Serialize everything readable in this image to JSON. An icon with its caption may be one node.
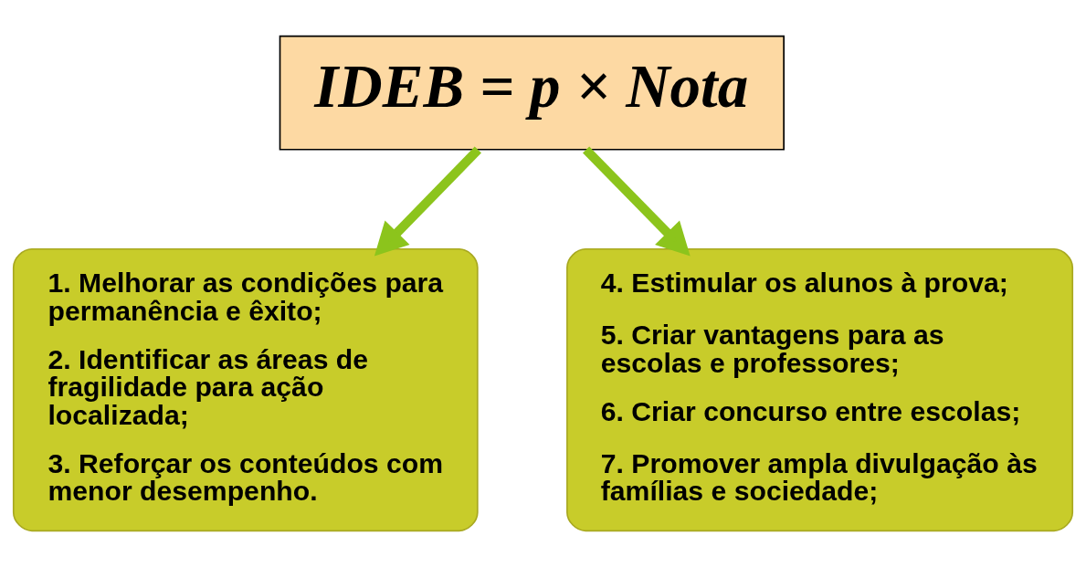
{
  "diagram": {
    "nodes": [
      {
        "text": [
          "IDEB = p × Nota"
        ]
      },
      {
        "text": [
          "1. Melhorar as condições para permanência e êxito;",
          "2. Identificar as áreas de fragilidade para ação localizada;",
          "3. Reforçar os conteúdos com menor desempenho."
        ]
      },
      {
        "text": [
          "4. Estimular os alunos à prova;",
          "5. Criar vantagens para as escolas e professores;",
          "6. Criar concurso entre escolas;",
          "7. Promover ampla divulgação às famílias e sociedade;"
        ]
      }
    ],
    "edges": [
      {
        "from": 0,
        "to": 1,
        "arrow": "to"
      },
      {
        "from": 0,
        "to": 2,
        "arrow": "to"
      }
    ]
  }
}
